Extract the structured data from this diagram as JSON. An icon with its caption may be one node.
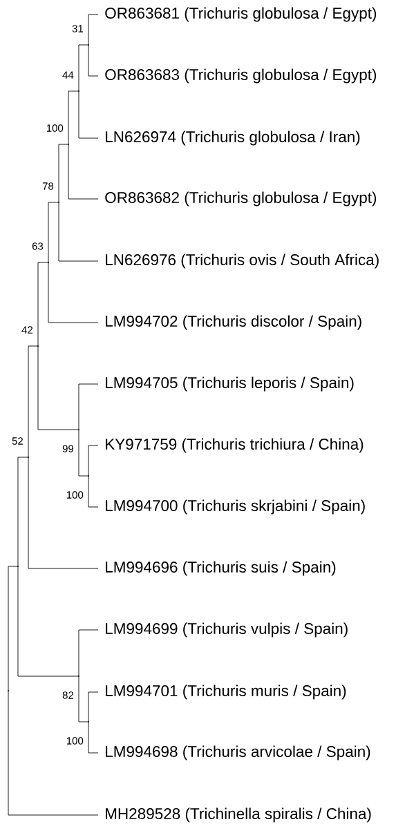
{
  "diagram": {
    "nodes": [
      {
        "text": [
          "OR863681 (Trichuris globulosa / Egypt)"
        ]
      },
      {
        "text": [
          "OR863683 (Trichuris globulosa / Egypt)"
        ]
      },
      {
        "text": [
          "LN626974 (Trichuris globulosa / Iran)"
        ]
      },
      {
        "text": [
          "OR863682 (Trichuris globulosa / Egypt)"
        ]
      },
      {
        "text": [
          "LN626976 (Trichuris ovis / South Africa)"
        ]
      },
      {
        "text": [
          "LM994702 (Trichuris discolor / Spain)"
        ]
      },
      {
        "text": [
          "LM994705 (Trichuris leporis / Spain)"
        ]
      },
      {
        "text": [
          "KY971759 (Trichuris trichiura / China)"
        ]
      },
      {
        "text": [
          "LM994700 (Trichuris skrjabini / Spain)"
        ]
      },
      {
        "text": [
          "LM994696 (Trichuris suis / Spain)"
        ]
      },
      {
        "text": [
          "LM994699 (Trichuris vulpis / Spain)"
        ]
      },
      {
        "text": [
          "LM994701 (Trichuris muris / Spain)"
        ]
      },
      {
        "text": [
          "LM994698 (Trichuris arvicolae / Spain)"
        ]
      },
      {
        "text": [
          "MH289528 (Trichinella spiralis / China)"
        ]
      },
      {
        "text": [],
        "shape": "point",
        "beside": [
          "31"
        ]
      },
      {
        "text": [],
        "shape": "point",
        "beside": [
          "44"
        ]
      },
      {
        "text": [],
        "shape": "point",
        "beside": [
          "100"
        ]
      },
      {
        "text": [],
        "shape": "point",
        "beside": [
          "78"
        ]
      },
      {
        "text": [],
        "shape": "point",
        "beside": [
          "63"
        ]
      },
      {
        "text": [],
        "shape": "point",
        "beside": [
          "100"
        ]
      },
      {
        "text": [],
        "shape": "point",
        "beside": [
          "99"
        ]
      },
      {
        "text": [],
        "shape": "point",
        "beside": [
          "42"
        ]
      },
      {
        "text": [],
        "shape": "point",
        "beside": [
          "52"
        ]
      },
      {
        "text": [],
        "shape": "point",
        "beside": [
          "100"
        ]
      },
      {
        "text": [],
        "shape": "point",
        "beside": [
          "82"
        ]
      },
      {
        "text": [],
        "shape": "point"
      },
      {
        "text": [],
        "shape": "point"
      }
    ],
    "edges": [
      {
        "from": 14,
        "to": 0,
        "arrow": "none"
      },
      {
        "from": 14,
        "to": 1,
        "arrow": "none"
      },
      {
        "from": 15,
        "to": 14,
        "arrow": "none"
      },
      {
        "from": 15,
        "to": 2,
        "arrow": "none"
      },
      {
        "from": 16,
        "to": 15,
        "arrow": "none"
      },
      {
        "from": 16,
        "to": 3,
        "arrow": "none"
      },
      {
        "from": 17,
        "to": 16,
        "arrow": "none"
      },
      {
        "from": 17,
        "to": 4,
        "arrow": "none"
      },
      {
        "from": 18,
        "to": 17,
        "arrow": "none"
      },
      {
        "from": 18,
        "to": 5,
        "arrow": "none"
      },
      {
        "from": 19,
        "to": 7,
        "arrow": "none"
      },
      {
        "from": 19,
        "to": 8,
        "arrow": "none"
      },
      {
        "from": 20,
        "to": 6,
        "arrow": "none"
      },
      {
        "from": 20,
        "to": 19,
        "arrow": "none"
      },
      {
        "from": 21,
        "to": 18,
        "arrow": "none"
      },
      {
        "from": 21,
        "to": 20,
        "arrow": "none"
      },
      {
        "from": 22,
        "to": 21,
        "arrow": "none"
      },
      {
        "from": 22,
        "to": 9,
        "arrow": "none"
      },
      {
        "from": 23,
        "to": 11,
        "arrow": "none"
      },
      {
        "from": 23,
        "to": 12,
        "arrow": "none"
      },
      {
        "from": 24,
        "to": 10,
        "arrow": "none"
      },
      {
        "from": 24,
        "to": 23,
        "arrow": "none"
      },
      {
        "from": 25,
        "to": 22,
        "arrow": "none"
      },
      {
        "from": 25,
        "to": 24,
        "arrow": "none"
      },
      {
        "from": 26,
        "to": 25,
        "arrow": "none"
      },
      {
        "from": 26,
        "to": 13,
        "arrow": "none"
      }
    ]
  }
}
